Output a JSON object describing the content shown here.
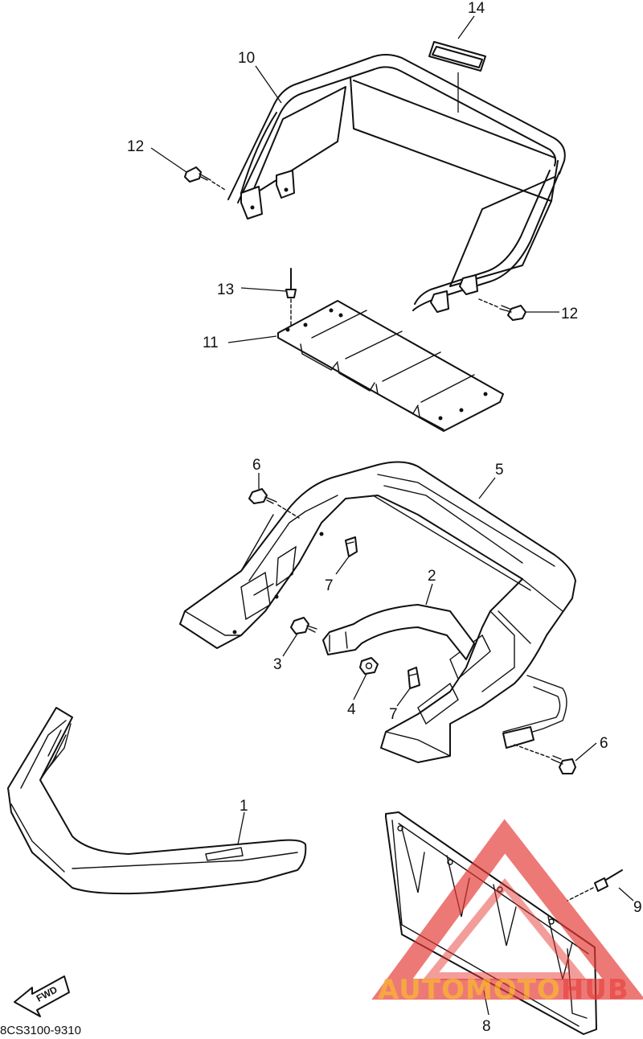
{
  "diagram": {
    "code": "8CS3100-9310",
    "fwd_label": "FWD",
    "callouts": [
      "14",
      "10",
      "12",
      "12",
      "13",
      "11",
      "6",
      "5",
      "7",
      "2",
      "3",
      "4",
      "7",
      "6",
      "1",
      "9",
      "8"
    ]
  },
  "watermark": {
    "brand": "AUTOMOTOHUB",
    "colors": {
      "orange": "#f5a623",
      "red": "#e53935"
    }
  }
}
